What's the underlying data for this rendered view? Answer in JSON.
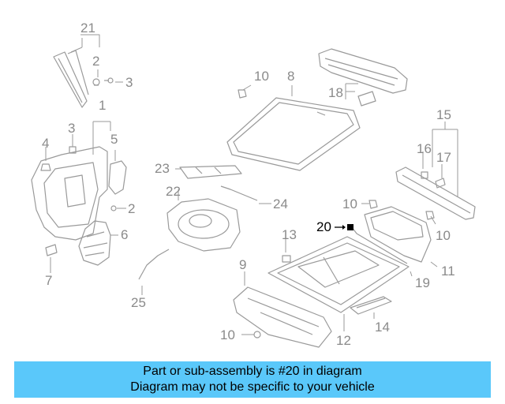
{
  "callouts": {
    "c1": "1",
    "c2a": "2",
    "c2b": "2",
    "c3a": "3",
    "c3b": "3",
    "c4": "4",
    "c5": "5",
    "c6": "6",
    "c7": "7",
    "c8": "8",
    "c9": "9",
    "c10a": "10",
    "c10b": "10",
    "c10c": "10",
    "c10d": "10",
    "c11": "11",
    "c12": "12",
    "c13": "13",
    "c14": "14",
    "c15": "15",
    "c16": "16",
    "c17": "17",
    "c18": "18",
    "c19": "19",
    "c20": "20",
    "c21": "21",
    "c22": "22",
    "c23": "23",
    "c24": "24",
    "c25": "25"
  },
  "banner": {
    "line1": "Part or sub-assembly is #20 in diagram",
    "line2": "Diagram may not be specific to your vehicle"
  },
  "colors": {
    "line": "#9a9a9a",
    "highlight": "#000000",
    "banner": "#5ac8fa"
  }
}
